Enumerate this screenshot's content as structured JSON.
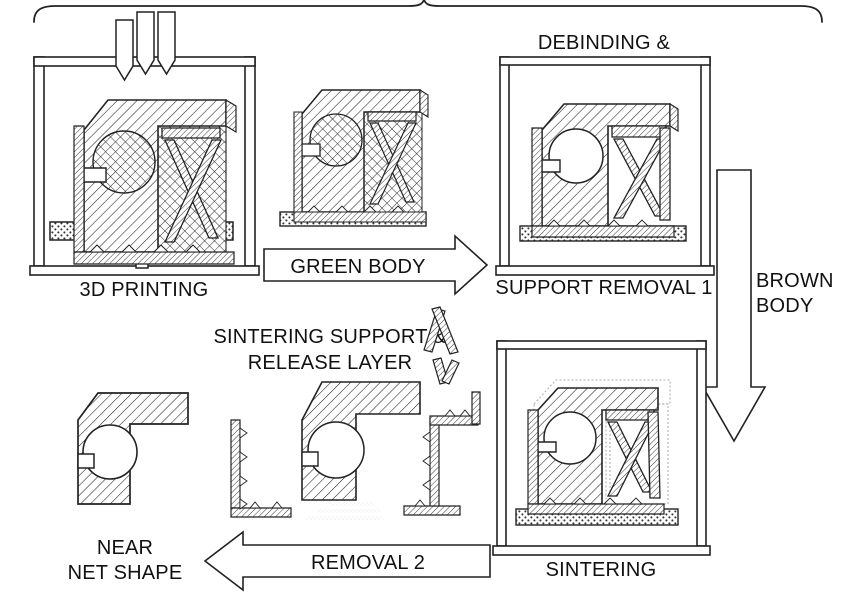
{
  "diagram": {
    "title_bracket": "",
    "stages": [
      {
        "id": "printing",
        "label": "3D PRINTING"
      },
      {
        "id": "debinding",
        "label": "DEBINDING &"
      },
      {
        "id": "support_removal",
        "label": "SUPPORT REMOVAL 1"
      },
      {
        "id": "sintering",
        "label": "SINTERING"
      },
      {
        "id": "near_net",
        "label_line1": "NEAR",
        "label_line2": "NET SHAPE"
      }
    ],
    "transitions": [
      {
        "id": "green_body",
        "label": "GREEN BODY",
        "direction": "right"
      },
      {
        "id": "brown_body",
        "label_line1": "BROWN",
        "label_line2": "BODY",
        "direction": "down"
      },
      {
        "id": "removal_2",
        "label": "REMOVAL 2",
        "direction": "left"
      }
    ],
    "annotations": [
      {
        "id": "sintering_support",
        "line1": "SINTERING SUPPORT &",
        "line2": "RELEASE LAYER"
      }
    ],
    "colors": {
      "ink": "#111111",
      "line": "#1a1a1a",
      "fill": "#ffffff",
      "faint": "#9a9a9a"
    }
  }
}
